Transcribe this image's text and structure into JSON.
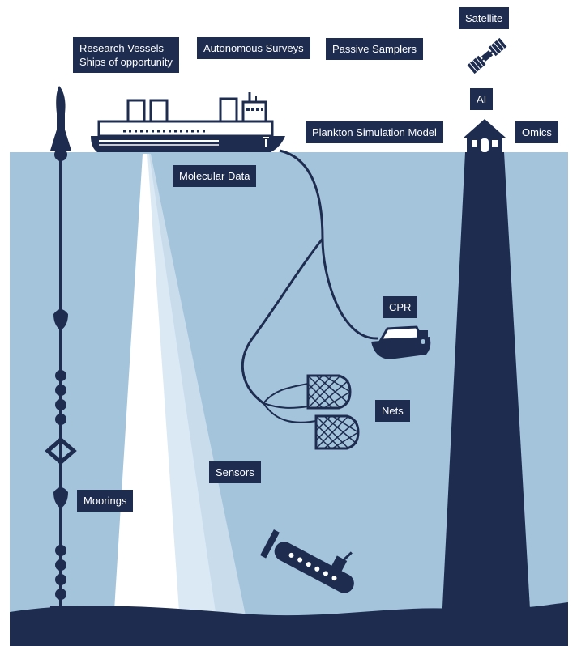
{
  "labels": {
    "research_vessels": "Research Vessels",
    "ships_of_opportunity": "Ships of opportunity",
    "autonomous_surveys": "Autonomous Surveys",
    "passive_samplers": "Passive Samplers",
    "satellite": "Satellite",
    "ai": "AI",
    "plankton_simulation_model": "Plankton Simulation Model",
    "omics": "Omics",
    "molecular_data": "Molecular Data",
    "cpr": "CPR",
    "nets": "Nets",
    "sensors": "Sensors",
    "moorings": "Moorings"
  },
  "colors": {
    "ocean": "#a4c4dc",
    "navy": "#1e2d4f",
    "label_bg": "#1e2d4f",
    "beam_white": "#ffffff",
    "beam_light": "#d6e6f2"
  }
}
